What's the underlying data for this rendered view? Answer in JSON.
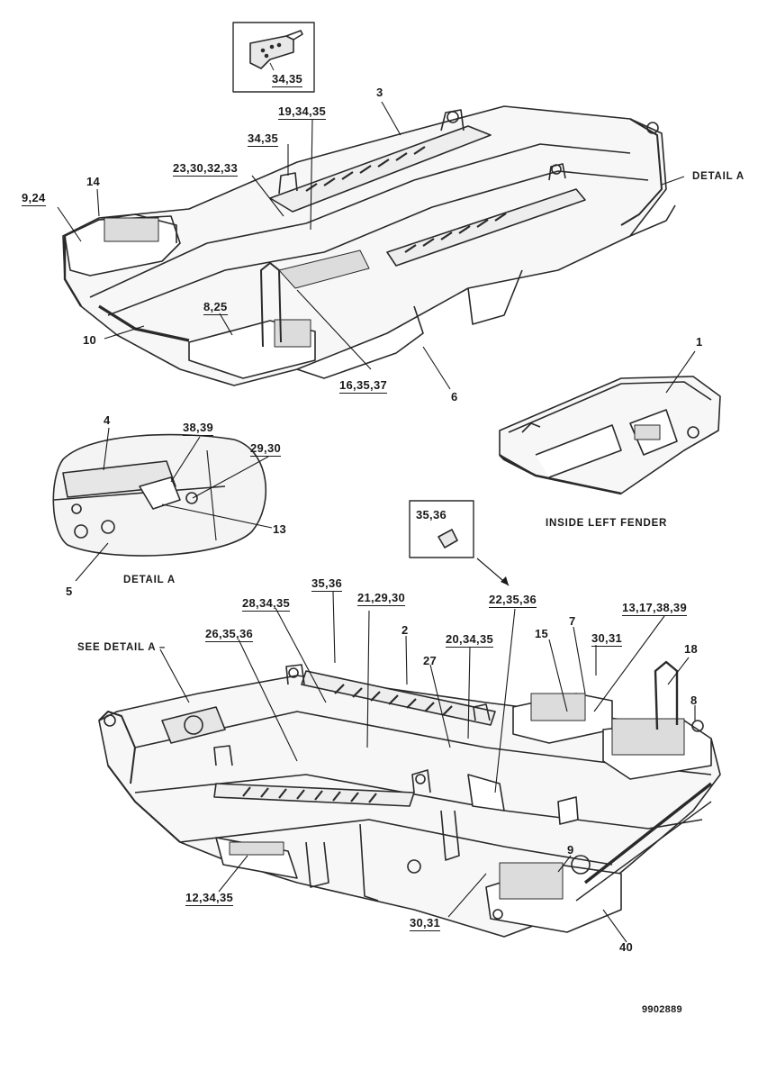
{
  "document_number": "9902889",
  "captions": {
    "detail_a": "DETAIL A",
    "detail_a_ref": "DETAIL A",
    "inside_left_fender": "INSIDE  LEFT FENDER",
    "see_detail_a": "SEE DETAIL A"
  },
  "callouts": {
    "c34_35_inset": "34,35",
    "c3": "3",
    "c19_34_35": "19,34,35",
    "c34_35": "34,35",
    "c23_30_32_33": "23,30,32,33",
    "c14": "14",
    "c9_24": "9,24",
    "c8_25": "8,25",
    "c10": "10",
    "c16_35_37": "16,35,37",
    "c6": "6",
    "c1": "1",
    "c4": "4",
    "c38_39": "38,39",
    "c29_30": "29,30",
    "c13": "13",
    "c5": "5",
    "c35_36_inset": "35,36",
    "c35_36": "35,36",
    "c28_34_35": "28,34,35",
    "c21_29_30": "21,29,30",
    "c22_35_36": "22,35,36",
    "c2": "2",
    "c7": "7",
    "c13_17_38_39": "13,17,38,39",
    "c26_35_36": "26,35,36",
    "c20_34_35": "20,34,35",
    "c15": "15",
    "c30_31_top": "30,31",
    "c27": "27",
    "c18": "18",
    "c8": "8",
    "c9": "9",
    "c12_34_35": "12,34,35",
    "c30_31_bottom": "30,31",
    "c40": "40"
  }
}
